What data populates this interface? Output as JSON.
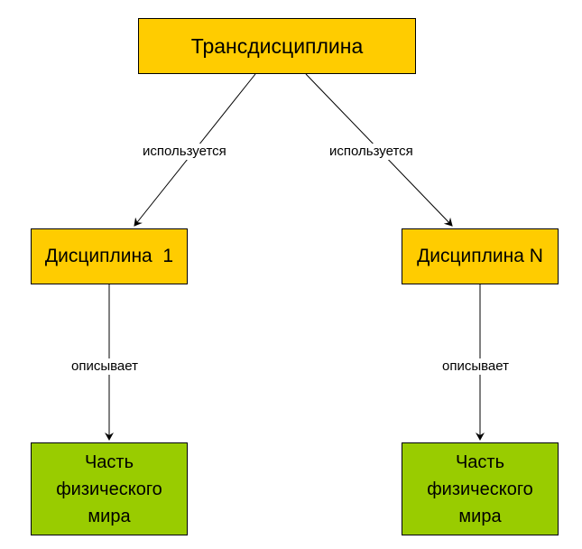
{
  "nodes": {
    "root": {
      "label": "Трансдисциплина"
    },
    "discipline_1": {
      "label": "Дисциплина  1"
    },
    "discipline_n": {
      "label": "Дисциплина N"
    },
    "part_1": {
      "lines": [
        "Часть",
        "физического",
        "мира"
      ]
    },
    "part_n": {
      "lines": [
        "Часть",
        "физического",
        "мира"
      ]
    }
  },
  "edges": {
    "root_to_d1": {
      "label": "используется"
    },
    "root_to_dn": {
      "label": "используется"
    },
    "d1_to_p1": {
      "label": "описывает"
    },
    "dn_to_pn": {
      "label": "описывает"
    }
  },
  "colors": {
    "top_box_fill": "#ffcc00",
    "bottom_box_fill": "#99cc00",
    "stroke": "#000000"
  }
}
